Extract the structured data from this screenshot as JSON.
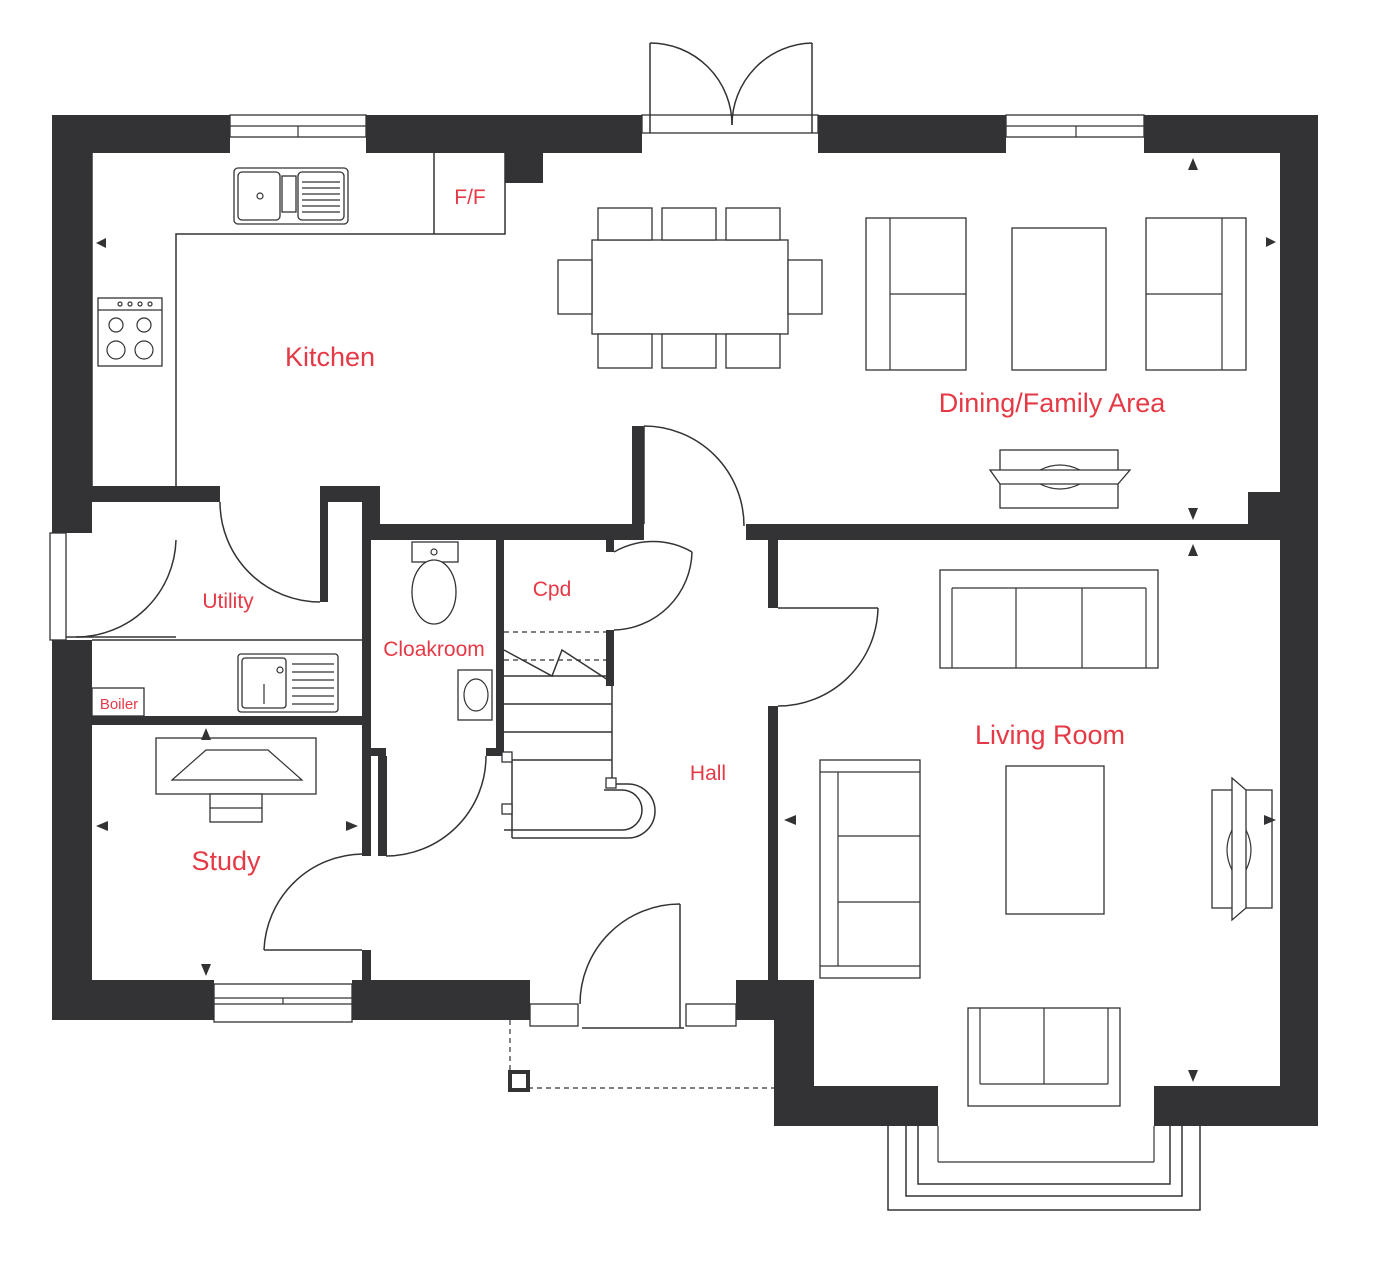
{
  "plan": {
    "rooms": {
      "kitchen": "Kitchen",
      "dining_family": "Dining/Family Area",
      "utility": "Utility",
      "boiler": "Boiler",
      "study": "Study",
      "cloakroom": "Cloakroom",
      "cupboard": "Cpd",
      "hall": "Hall",
      "living_room": "Living Room",
      "fridge_freezer": "F/F"
    },
    "colors": {
      "wall": "#333335",
      "label": "#e63946",
      "background": "#ffffff"
    }
  }
}
